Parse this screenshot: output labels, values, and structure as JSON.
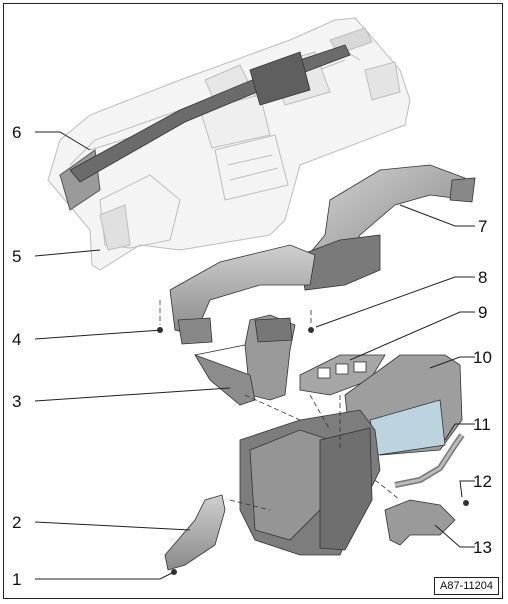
{
  "diagram": {
    "callouts": [
      {
        "id": "1",
        "label": "1"
      },
      {
        "id": "2",
        "label": "2"
      },
      {
        "id": "3",
        "label": "3"
      },
      {
        "id": "4",
        "label": "4"
      },
      {
        "id": "5",
        "label": "5"
      },
      {
        "id": "6",
        "label": "6"
      },
      {
        "id": "7",
        "label": "7"
      },
      {
        "id": "8",
        "label": "8"
      },
      {
        "id": "9",
        "label": "9"
      },
      {
        "id": "10",
        "label": "10"
      },
      {
        "id": "11",
        "label": "11"
      },
      {
        "id": "12",
        "label": "12"
      },
      {
        "id": "13",
        "label": "13"
      }
    ],
    "reference_code": "A87-11204",
    "colors": {
      "part_gray": "#b8b8b8",
      "part_dark": "#6e6e6e",
      "dashboard_outline": "#c8c8c8",
      "hvac_blue": "#bcd3e0",
      "line": "#222222"
    }
  }
}
